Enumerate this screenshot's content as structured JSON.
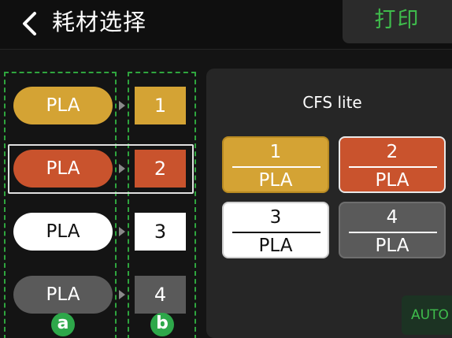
{
  "header": {
    "title": "耗材选择",
    "print_label": "打印"
  },
  "icons": {
    "back": "chevron-left-icon"
  },
  "colors": {
    "accent_green": "#3fbd4c",
    "yellow": "#d4a334",
    "orange": "#c9532d",
    "white": "#ffffff",
    "gray": "#5a5a5a"
  },
  "filaments": [
    {
      "material": "PLA",
      "slot": "1",
      "color": "yellow"
    },
    {
      "material": "PLA",
      "slot": "2",
      "color": "orange",
      "selected": true
    },
    {
      "material": "PLA",
      "slot": "3",
      "color": "white"
    },
    {
      "material": "PLA",
      "slot": "4",
      "color": "gray"
    }
  ],
  "markers": {
    "a": "a",
    "b": "b"
  },
  "cfs": {
    "title": "CFS lite",
    "slots": [
      {
        "number": "1",
        "material": "PLA"
      },
      {
        "number": "2",
        "material": "PLA"
      },
      {
        "number": "3",
        "material": "PLA"
      },
      {
        "number": "4",
        "material": "PLA"
      }
    ],
    "auto_label": "AUTO"
  }
}
